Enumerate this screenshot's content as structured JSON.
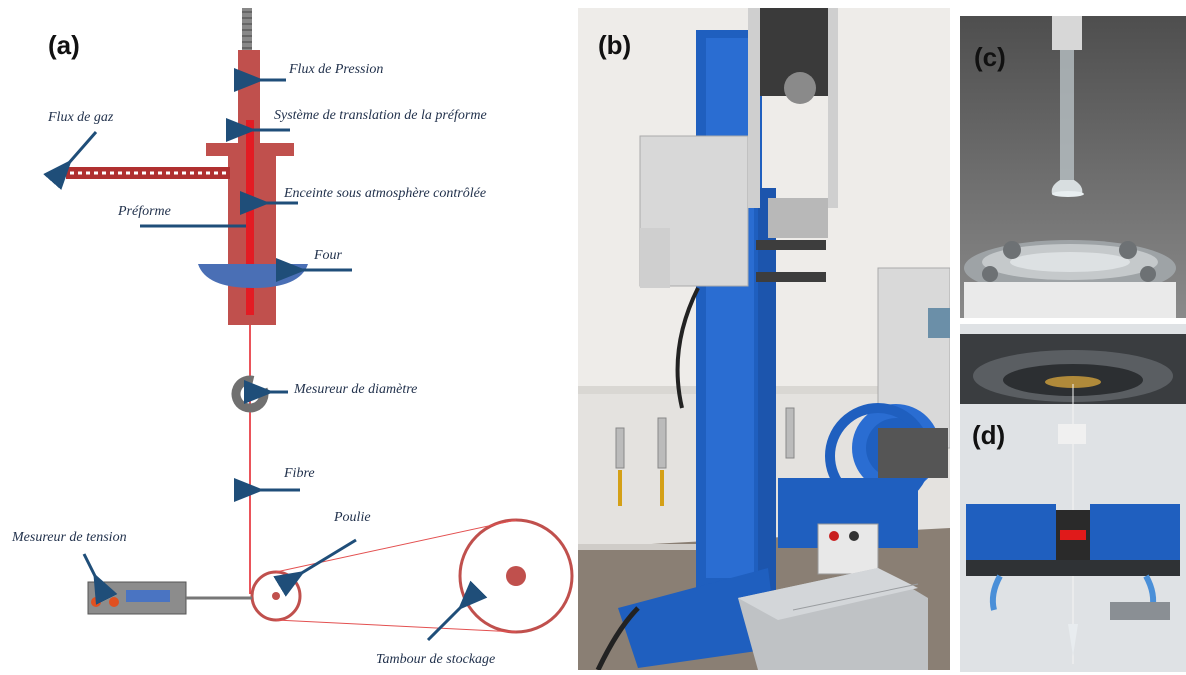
{
  "panels": {
    "a": "(a)",
    "b": "(b)",
    "c": "(c)",
    "d": "(d)"
  },
  "diagram_labels": {
    "flux_pression": "Flux de Pression",
    "flux_gaz": "Flux de gaz",
    "translation": "Système de translation de la préforme",
    "enceinte": "Enceinte sous atmosphère contrôlée",
    "preforme": "Préforme",
    "four": "Four",
    "mesureur_diametre": "Mesureur de diamètre",
    "fibre": "Fibre",
    "poulie": "Poulie",
    "mesureur_tension": "Mesureur de tension",
    "tambour": "Tambour de stockage"
  },
  "colors": {
    "arrow": "#1f4e79",
    "fibre": "#e31b23",
    "enclosure": "#c0504d",
    "furnace": "#4a6fb5",
    "machine_blue": "#1f5fbf"
  }
}
